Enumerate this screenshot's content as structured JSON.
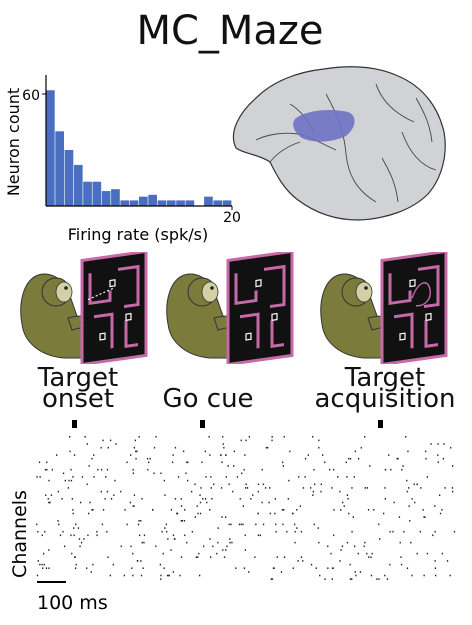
{
  "title": "MC_Maze",
  "histogram": {
    "xlabel": "Firing rate (spk/s)",
    "ylabel": "Neuron count",
    "xtick": "20",
    "ytick": "60",
    "bar_color": "#4a6fc0",
    "counts": [
      62,
      40,
      30,
      22,
      13,
      13,
      8,
      9,
      3,
      3,
      5,
      6,
      3,
      3,
      3,
      3,
      0,
      5,
      3,
      3
    ]
  },
  "brain": {
    "fill": "#d0d2d5",
    "region_color": "#6e72c4"
  },
  "events": [
    {
      "label_line1": "Target",
      "label_line2": "onset"
    },
    {
      "label_line1": "Go cue",
      "label_line2": ""
    },
    {
      "label_line1": "Target",
      "label_line2": "acquisition"
    }
  ],
  "maze": {
    "wall_color": "#c66aa7",
    "monkey_color": "#7b7c3c"
  },
  "raster": {
    "ylabel": "Channels",
    "scalebar_label": "100 ms"
  }
}
